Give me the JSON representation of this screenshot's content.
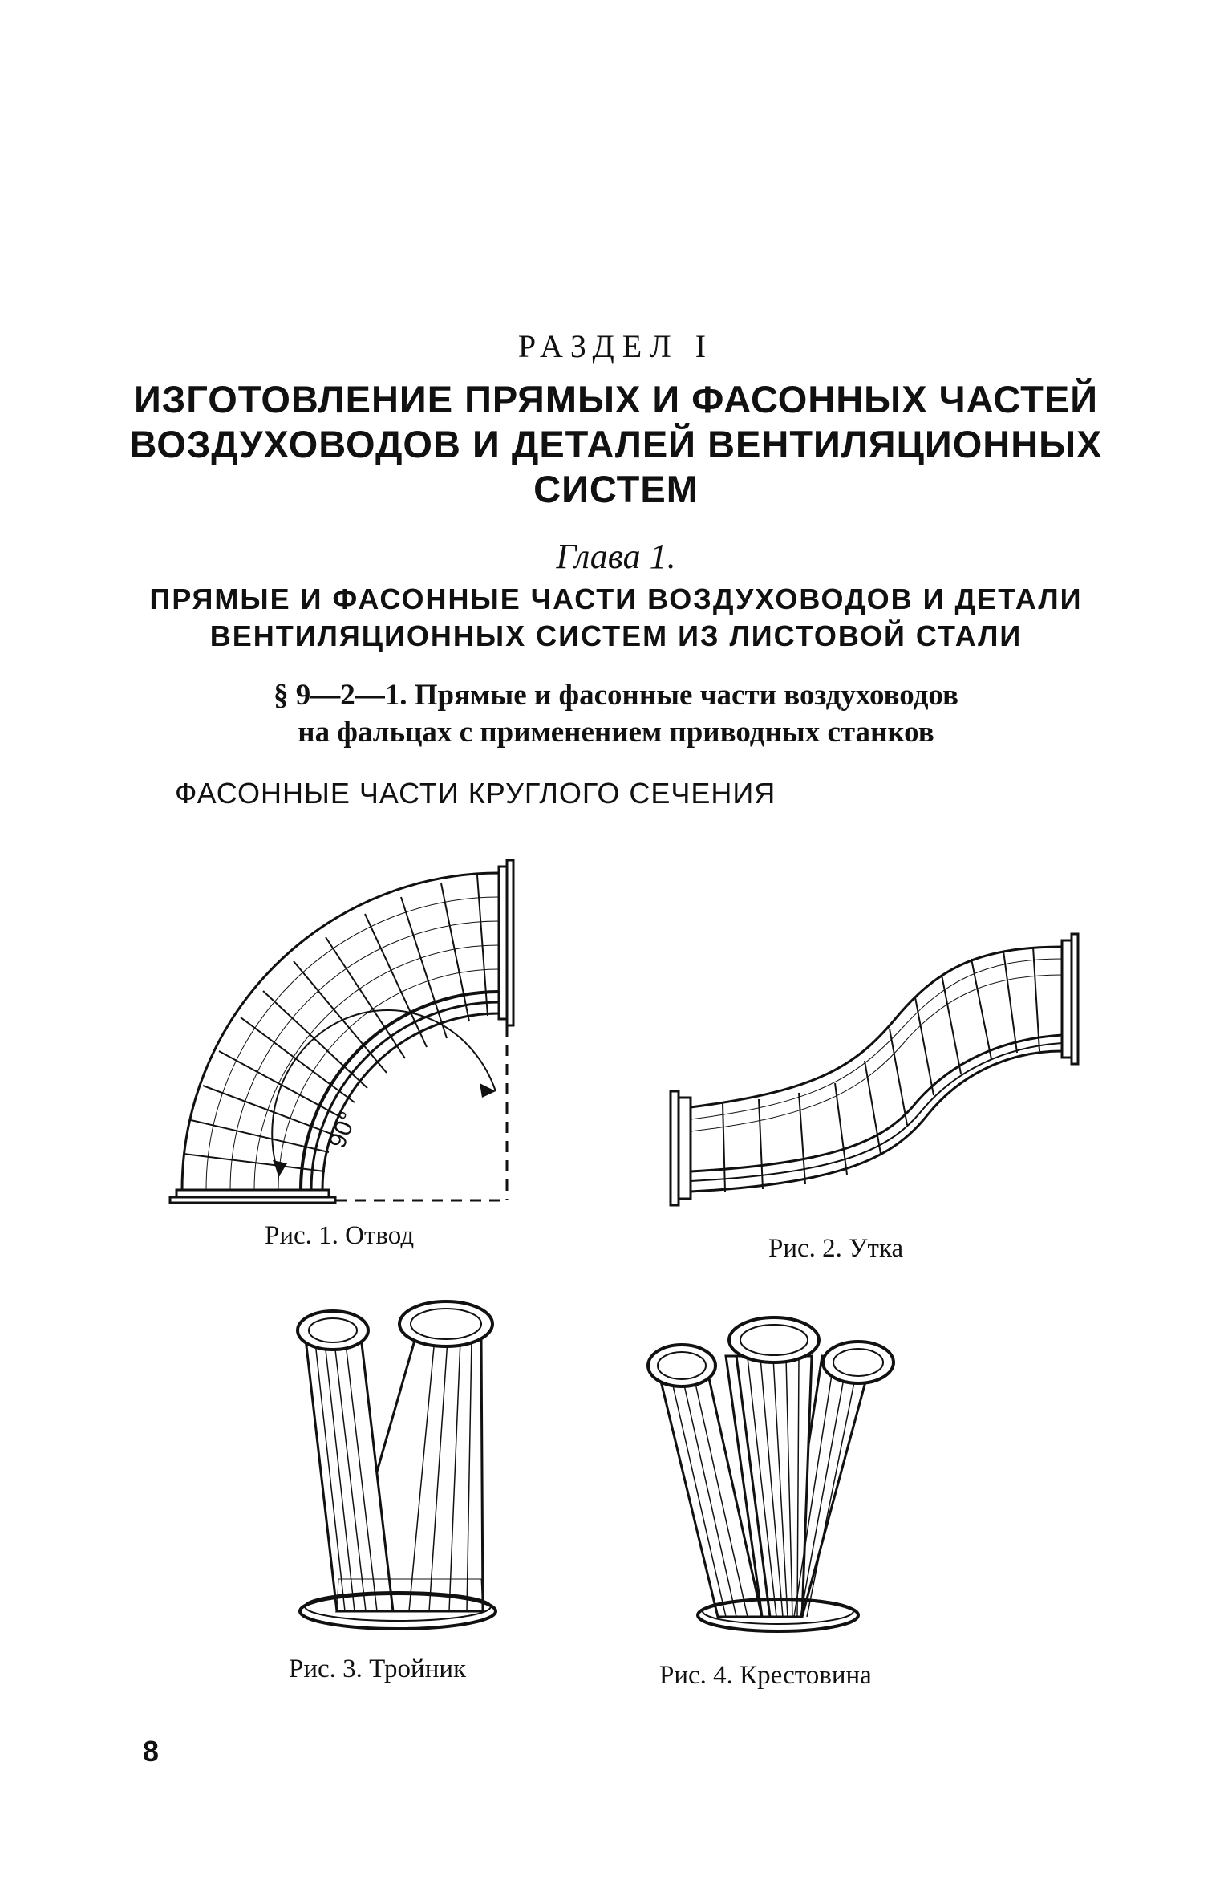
{
  "section_label": "РАЗДЕЛ I",
  "part_title": [
    "ИЗГОТОВЛЕНИЕ ПРЯМЫХ И ФАСОННЫХ ЧАСТЕЙ",
    "ВОЗДУХОВОДОВ И ДЕТАЛЕЙ ВЕНТИЛЯЦИОННЫХ",
    "СИСТЕМ"
  ],
  "chapter_label": "Глава 1.",
  "chapter_title": [
    "ПРЯМЫЕ И ФАСОННЫЕ ЧАСТИ ВОЗДУХОВОДОВ И ДЕТАЛИ",
    "ВЕНТИЛЯЦИОННЫХ СИСТЕМ ИЗ ЛИСТОВОЙ СТАЛИ"
  ],
  "paragraph_title": [
    "§ 9—2—1. Прямые и фасонные части воздуховодов",
    "на фальцах с применением приводных станков"
  ],
  "subsection_title": "ФАСОННЫЕ ЧАСТИ КРУГЛОГО СЕЧЕНИЯ",
  "figures": [
    {
      "caption": "Рис. 1. Отвод",
      "angle_label": "90°"
    },
    {
      "caption": "Рис. 2. Утка"
    },
    {
      "caption": "Рис. 3. Тройник"
    },
    {
      "caption": "Рис. 4. Крестовина"
    }
  ],
  "page_number": "8"
}
